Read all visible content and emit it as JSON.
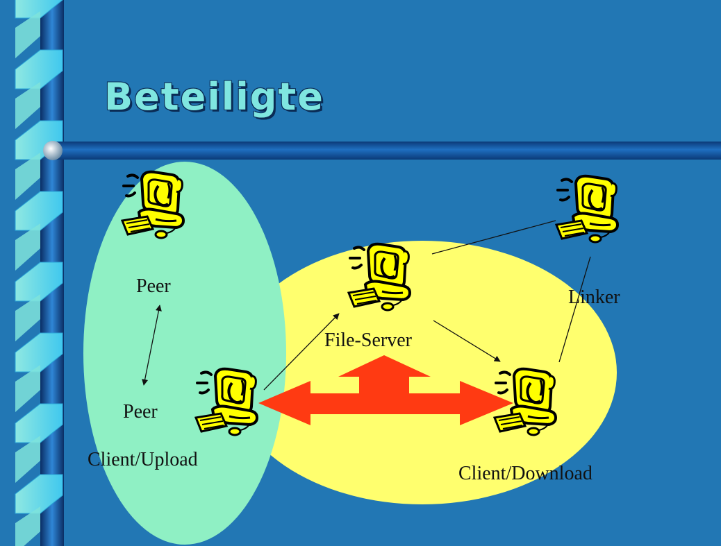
{
  "slide": {
    "title": "Beteiligte"
  },
  "labels": {
    "peer_top": "Peer",
    "peer_bottom": "Peer",
    "client_upload": "Client/Upload",
    "file_server": "File-Server",
    "linker": "Linker",
    "client_download": "Client/Download"
  },
  "icons": [
    "computer-user-icon"
  ],
  "colors": {
    "background": "#2277b4",
    "peer_zone": "#8ff0c4",
    "server_zone": "#ffff6e",
    "arrow": "#ff3a12",
    "title": "#7fe6e0"
  }
}
